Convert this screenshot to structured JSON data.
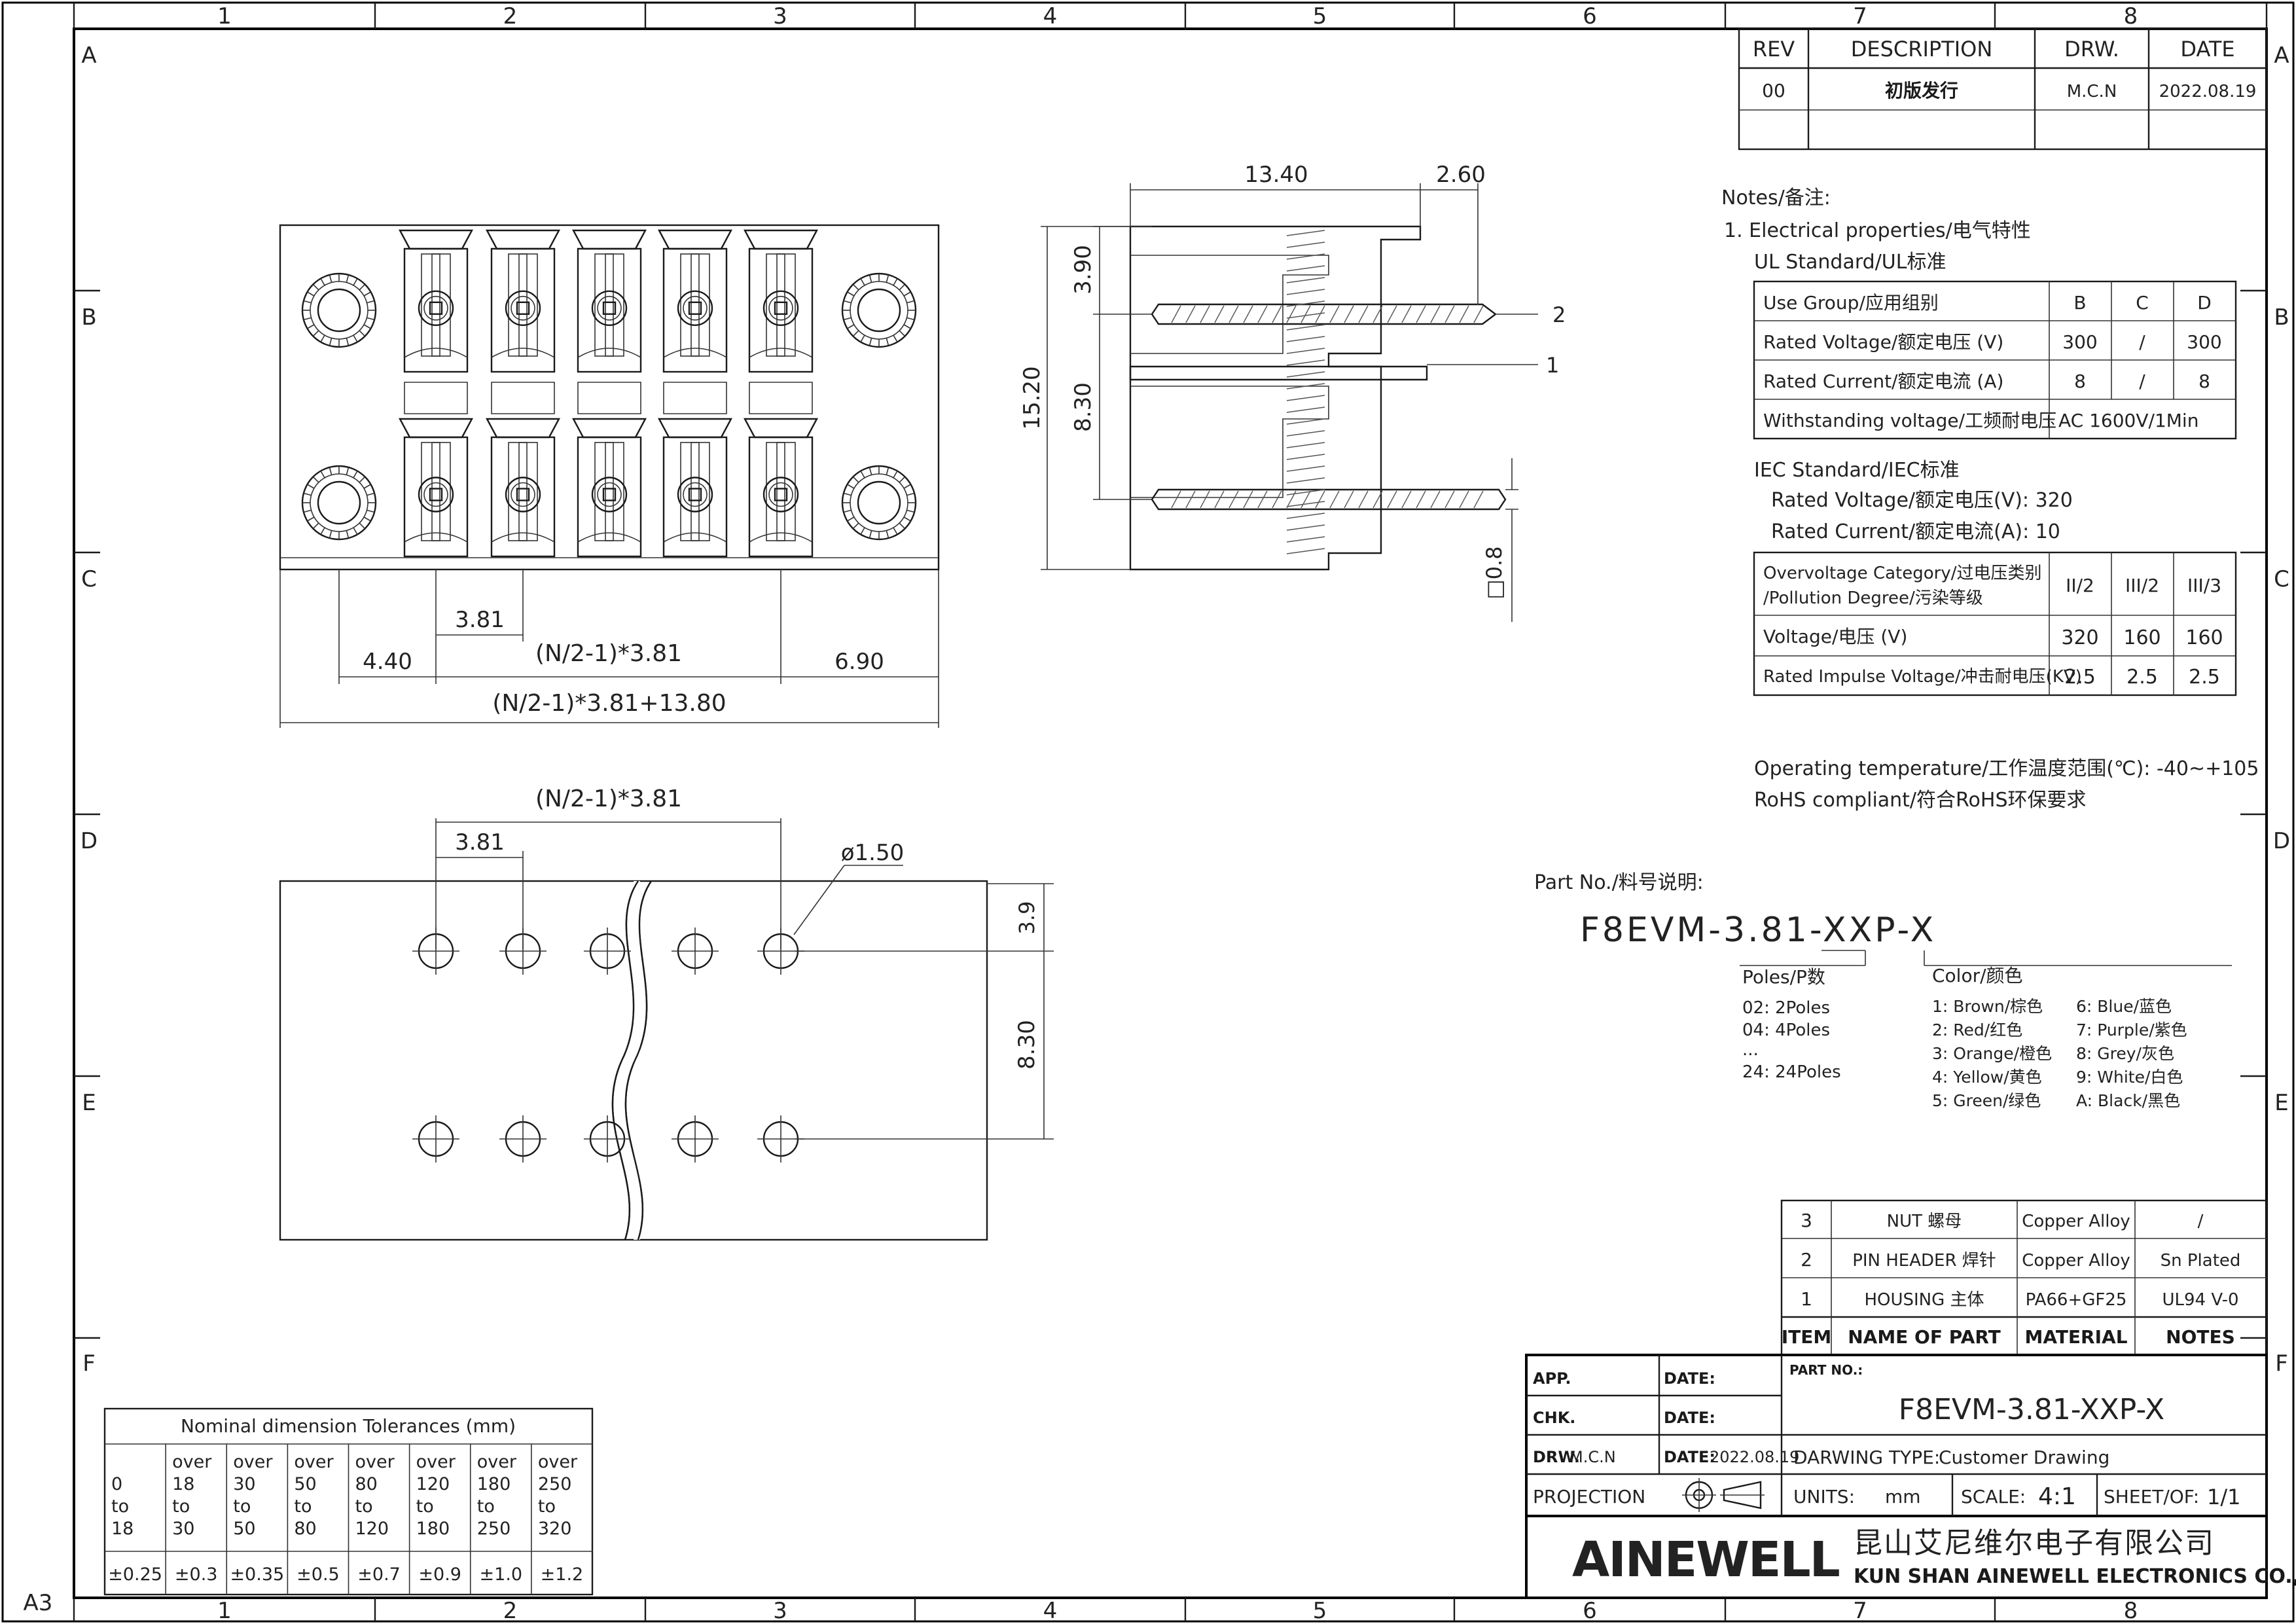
{
  "frame": {
    "col_labels": [
      "1",
      "2",
      "3",
      "4",
      "5",
      "6",
      "7",
      "8"
    ],
    "row_labels": [
      "A",
      "B",
      "C",
      "D",
      "E",
      "F"
    ],
    "sheet_size": "A3"
  },
  "revision": {
    "headers": [
      "REV",
      "DESCRIPTION",
      "DRW.",
      "DATE"
    ],
    "rows": [
      [
        "00",
        "初版发行",
        "M.C.N",
        "2022.08.19"
      ]
    ]
  },
  "notes": {
    "title": "Notes/备注:",
    "item1": "1. Electrical properties/电气特性",
    "ul_title": "UL Standard/UL标准",
    "ul_table": {
      "header": [
        "Use Group/应用组别",
        "B",
        "C",
        "D"
      ],
      "rows": [
        [
          "Rated Voltage/额定电压 (V)",
          "300",
          "/",
          "300"
        ],
        [
          "Rated Current/额定电流 (A)",
          "8",
          "/",
          "8"
        ],
        [
          "Withstanding voltage/工频耐电压",
          "AC 1600V/1Min"
        ]
      ]
    },
    "iec_title": "IEC Standard/IEC标准",
    "iec_voltage": "Rated Voltage/额定电压(V): 320",
    "iec_current": "Rated Current/额定电流(A): 10",
    "iec_table": {
      "header_line1": "Overvoltage Category/过电压类别",
      "header_line2": "/Pollution Degree/污染等级",
      "header_cols": [
        "II/2",
        "III/2",
        "III/3"
      ],
      "rows": [
        [
          "Voltage/电压 (V)",
          "320",
          "160",
          "160"
        ],
        [
          "Rated Impulse Voltage/冲击耐电压(KV)",
          "2.5",
          "2.5",
          "2.5"
        ]
      ]
    },
    "temp": "Operating temperature/工作温度范围(℃): -40~+105",
    "rohs": "RoHS compliant/符合RoHS环保要求"
  },
  "part_no": {
    "label": "Part No./料号说明:",
    "code": "F8EVM-3.81-XXP-X",
    "poles_title": "Poles/P数",
    "poles": [
      "02: 2Poles",
      "04: 4Poles",
      "...",
      "24: 24Poles"
    ],
    "color_title": "Color/颜色",
    "colors_left": [
      "1: Brown/棕色",
      "2: Red/红色",
      "3: Orange/橙色",
      "4: Yellow/黄色",
      "5: Green/绿色"
    ],
    "colors_right": [
      "6: Blue/蓝色",
      "7: Purple/紫色",
      "8: Grey/灰色",
      "9: White/白色",
      "A: Black/黑色"
    ]
  },
  "dimensions": {
    "top_view": {
      "pitch": "3.81",
      "left": "4.40",
      "mid": "(N/2-1)*3.81",
      "right": "6.90",
      "total": "(N/2-1)*3.81+13.80"
    },
    "side_view": {
      "w1": "13.40",
      "w2": "2.60",
      "h_total": "15.20",
      "h1": "3.90",
      "h2": "8.30",
      "pin": "□0.8",
      "callout_1": "1",
      "callout_2": "2"
    },
    "pcb_view": {
      "span": "(N/2-1)*3.81",
      "pitch": "3.81",
      "hole": "ø1.50",
      "v1": "3.9",
      "v2": "8.30"
    }
  },
  "bom": {
    "headers": [
      "ITEM",
      "NAME OF PART",
      "MATERIAL",
      "NOTES"
    ],
    "rows": [
      [
        "3",
        "NUT 螺母",
        "Copper Alloy",
        "/"
      ],
      [
        "2",
        "PIN HEADER 焊针",
        "Copper Alloy",
        "Sn Plated"
      ],
      [
        "1",
        "HOUSING 主体",
        "PA66+GF25",
        "UL94 V-0"
      ]
    ]
  },
  "title_block": {
    "app": "APP.",
    "chk": "CHK.",
    "drw": "DRW.",
    "drw_name": "M.C.N",
    "date": "DATE:",
    "drw_date": "2022.08.19",
    "projection": "PROJECTION",
    "part_no_label": "PART NO.:",
    "part_no": "F8EVM-3.81-XXP-X",
    "drawing_type_label": "DARWING TYPE:",
    "drawing_type": "Customer Drawing",
    "units_label": "UNITS:",
    "units": "mm",
    "scale_label": "SCALE:",
    "scale": "4:1",
    "sheet_label": "SHEET/OF:",
    "sheet": "1/1",
    "logo": "AINEWELL",
    "company_cn": "昆山艾尼维尔电子有限公司",
    "company_en": "KUN SHAN AINEWELL ELECTRONICS CO.,LTD"
  },
  "tolerances": {
    "title": "Nominal dimension Tolerances (mm)",
    "ranges": [
      [
        "0",
        "to",
        "18"
      ],
      [
        "over",
        "18",
        "to",
        "30"
      ],
      [
        "over",
        "30",
        "to",
        "50"
      ],
      [
        "over",
        "50",
        "to",
        "80"
      ],
      [
        "over",
        "80",
        "to",
        "120"
      ],
      [
        "over",
        "120",
        "to",
        "180"
      ],
      [
        "over",
        "180",
        "to",
        "250"
      ],
      [
        "over",
        "250",
        "to",
        "320"
      ]
    ],
    "values": [
      "±0.25",
      "±0.3",
      "±0.35",
      "±0.5",
      "±0.7",
      "±0.9",
      "±1.0",
      "±1.2"
    ]
  }
}
